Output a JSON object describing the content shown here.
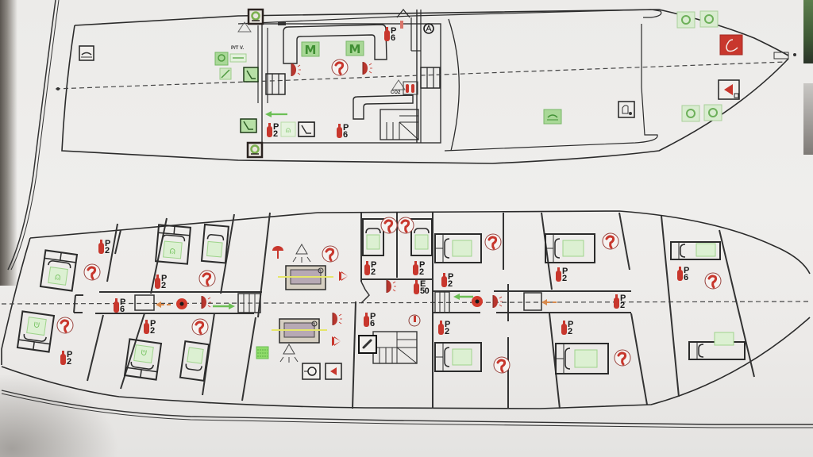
{
  "document": {
    "type": "ship fire safety and life-saving appliances plan (photo)",
    "decks": [
      {
        "name": "upper-deck",
        "position": "top"
      },
      {
        "name": "lower-deck-cabins",
        "position": "bottom"
      }
    ]
  },
  "colors": {
    "paper": "#ecebe9",
    "line": "#2b2b2b",
    "fire_red": "#c8372d",
    "safety_green": "#8fcf7a",
    "green_dark": "#3f8f33",
    "orange_arrow": "#d98a4c"
  },
  "upper_deck": {
    "labels": {
      "fire_station_label": "P/T V.",
      "co2_label": "CO2",
      "muster_1": "M",
      "muster_2": "M"
    },
    "extinguishers": [
      {
        "id": "ext-top-1",
        "type": "P",
        "size": "6"
      },
      {
        "id": "ext-top-2",
        "type": "P",
        "size": "2"
      },
      {
        "id": "ext-top-3",
        "type": "P",
        "size": "6"
      }
    ],
    "icons": [
      "liferaft-icon",
      "lifebuoy-icon",
      "first-aid-icon",
      "muster-point-icon",
      "fire-hose-icon",
      "smoke-detector-icon",
      "co2-bottles-icon",
      "fire-alarm-icon",
      "emergency-light-icon",
      "escape-arrow-icon",
      "anchor-icon",
      "fire-pump-icon"
    ]
  },
  "lower_deck": {
    "extinguishers": [
      {
        "id": "ext-l1",
        "type": "P",
        "size": "2"
      },
      {
        "id": "ext-l2",
        "type": "P",
        "size": "2"
      },
      {
        "id": "ext-l3",
        "type": "P",
        "size": "6"
      },
      {
        "id": "ext-l4",
        "type": "P",
        "size": "2"
      },
      {
        "id": "ext-l5",
        "type": "P",
        "size": "2"
      },
      {
        "id": "ext-m1",
        "type": "P",
        "size": "2"
      },
      {
        "id": "ext-m2",
        "type": "P",
        "size": "2"
      },
      {
        "id": "ext-m3",
        "type": "E",
        "size": "50"
      },
      {
        "id": "ext-m4",
        "type": "P",
        "size": "6"
      },
      {
        "id": "ext-r1",
        "type": "P",
        "size": "2"
      },
      {
        "id": "ext-r2",
        "type": "P",
        "size": "2"
      },
      {
        "id": "ext-r3",
        "type": "P",
        "size": "2"
      },
      {
        "id": "ext-r4",
        "type": "P",
        "size": "2"
      },
      {
        "id": "ext-r5",
        "type": "P",
        "size": "6"
      },
      {
        "id": "ext-r6",
        "type": "P",
        "size": "2"
      }
    ],
    "cabins": 12,
    "engine_room": {
      "engines": 2
    }
  }
}
